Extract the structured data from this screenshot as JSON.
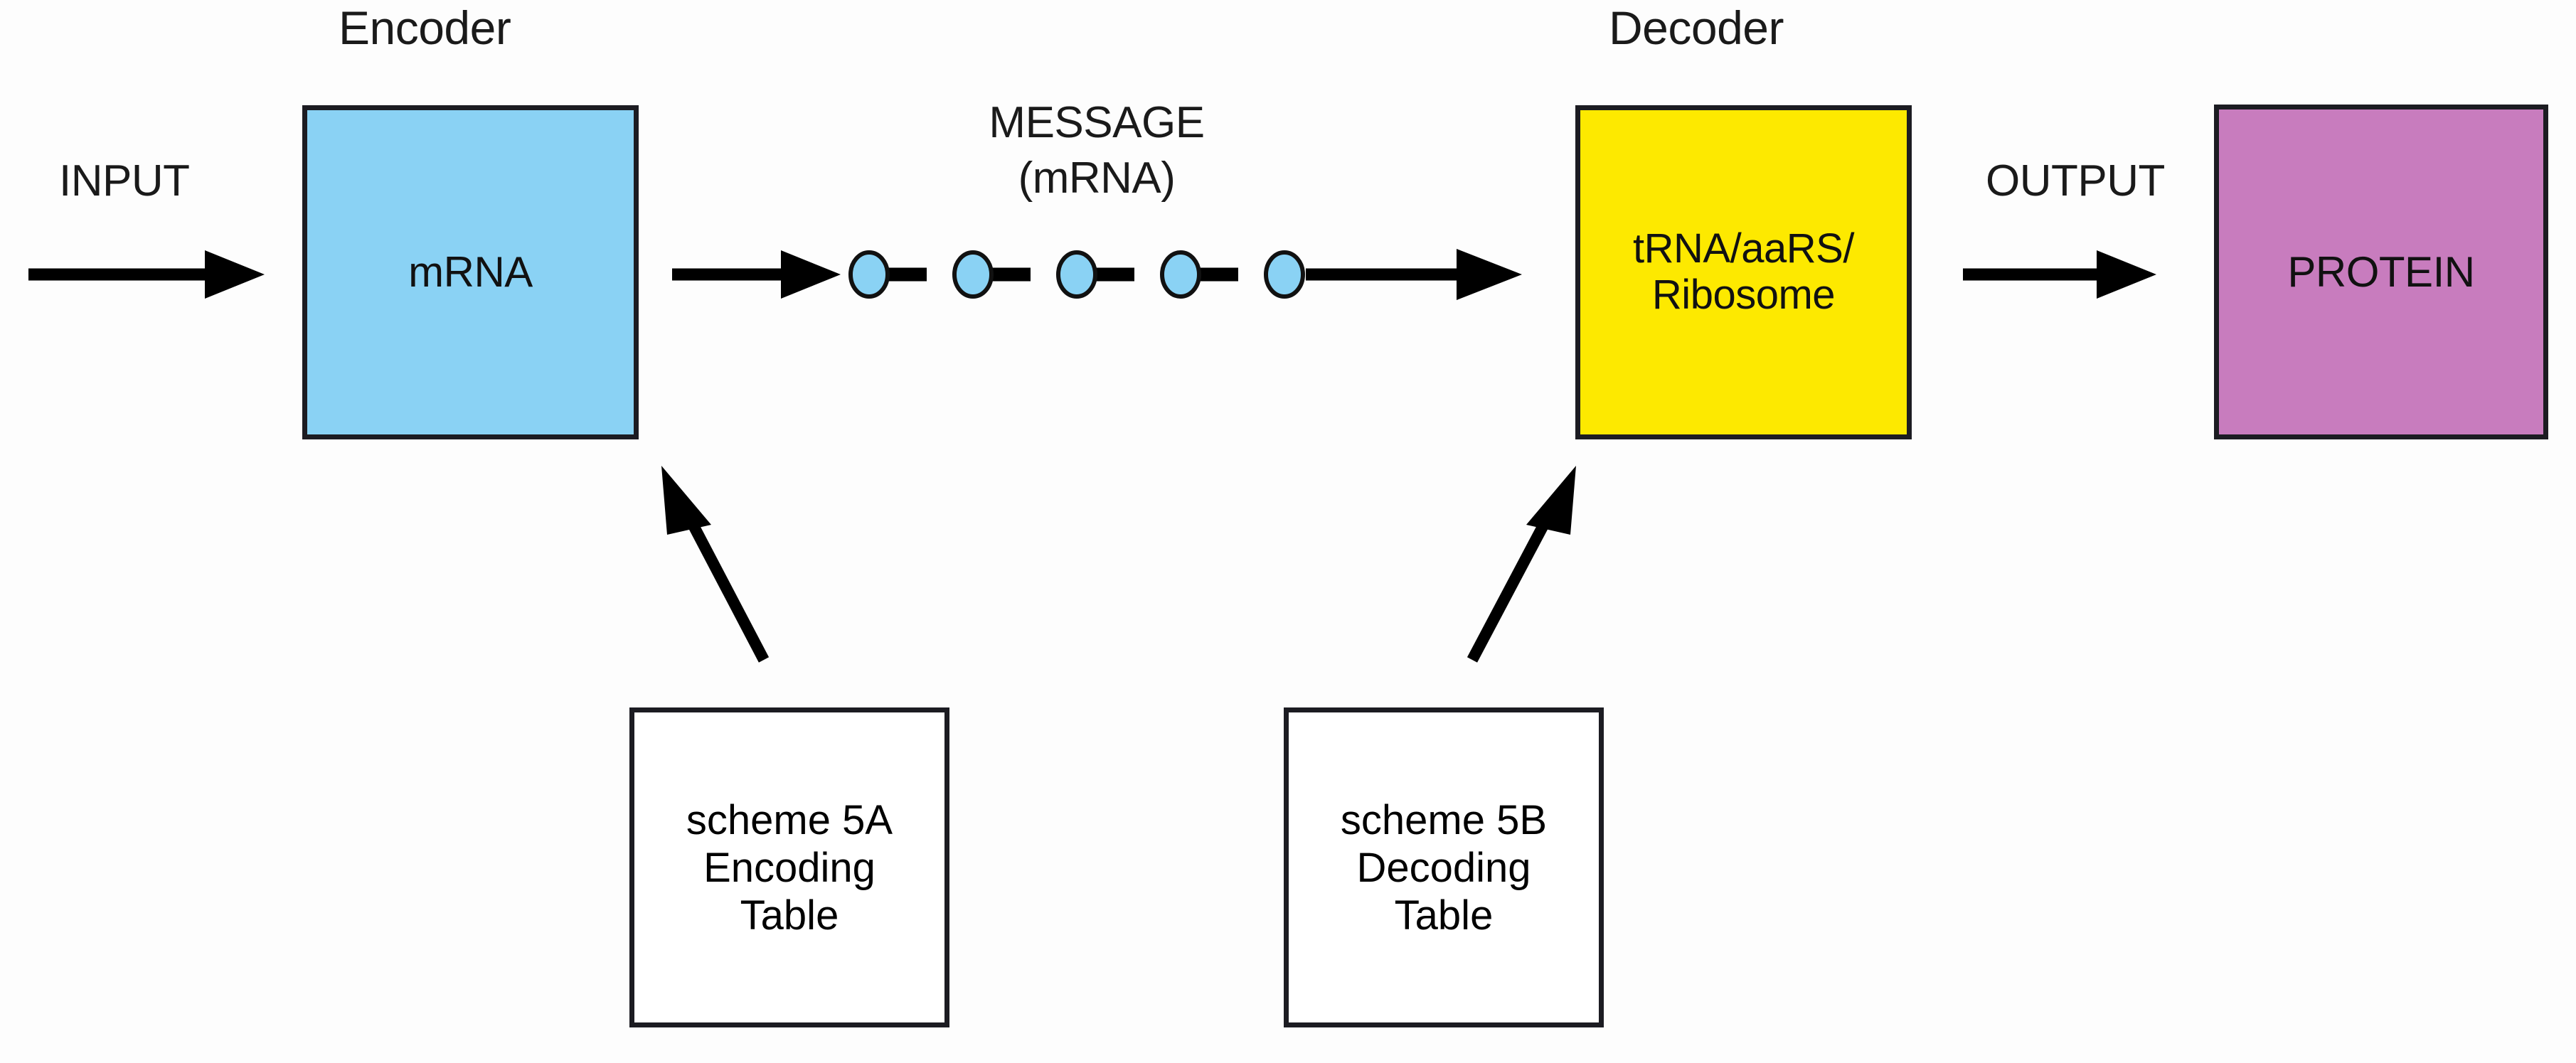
{
  "diagram": {
    "title_encoder": "Encoder",
    "title_decoder": "Decoder",
    "input_label": "INPUT",
    "output_label": "OUTPUT",
    "message_line1": "MESSAGE",
    "message_line2": "(mRNA)",
    "encoder_box_text": "mRNA",
    "decoder_box_line1": "tRNA/aaRS/",
    "decoder_box_line2": "Ribosome",
    "protein_box_text": "PROTEIN",
    "scheme_a": {
      "line1": "scheme 5A",
      "line2": "Encoding",
      "line3": "Table"
    },
    "scheme_b": {
      "line1": "scheme 5B",
      "line2": "Decoding",
      "line3": "Table"
    },
    "message_node_count": "5",
    "colors": {
      "encoder_fill": "#8ad2f4",
      "decoder_fill": "#fde900",
      "protein_fill": "#c87cbe",
      "node_fill": "#8ad2f4",
      "outline": "#1c1c22",
      "background": "#fdfdfd",
      "text": "#111111"
    },
    "icons": {
      "input_arrow": "arrow-right-icon",
      "message_arrow_in": "arrow-right-icon",
      "message_arrow_out": "arrow-right-icon",
      "output_arrow": "arrow-right-icon",
      "encoding_arrow": "arrow-up-left-icon",
      "decoding_arrow": "arrow-up-right-icon"
    }
  }
}
